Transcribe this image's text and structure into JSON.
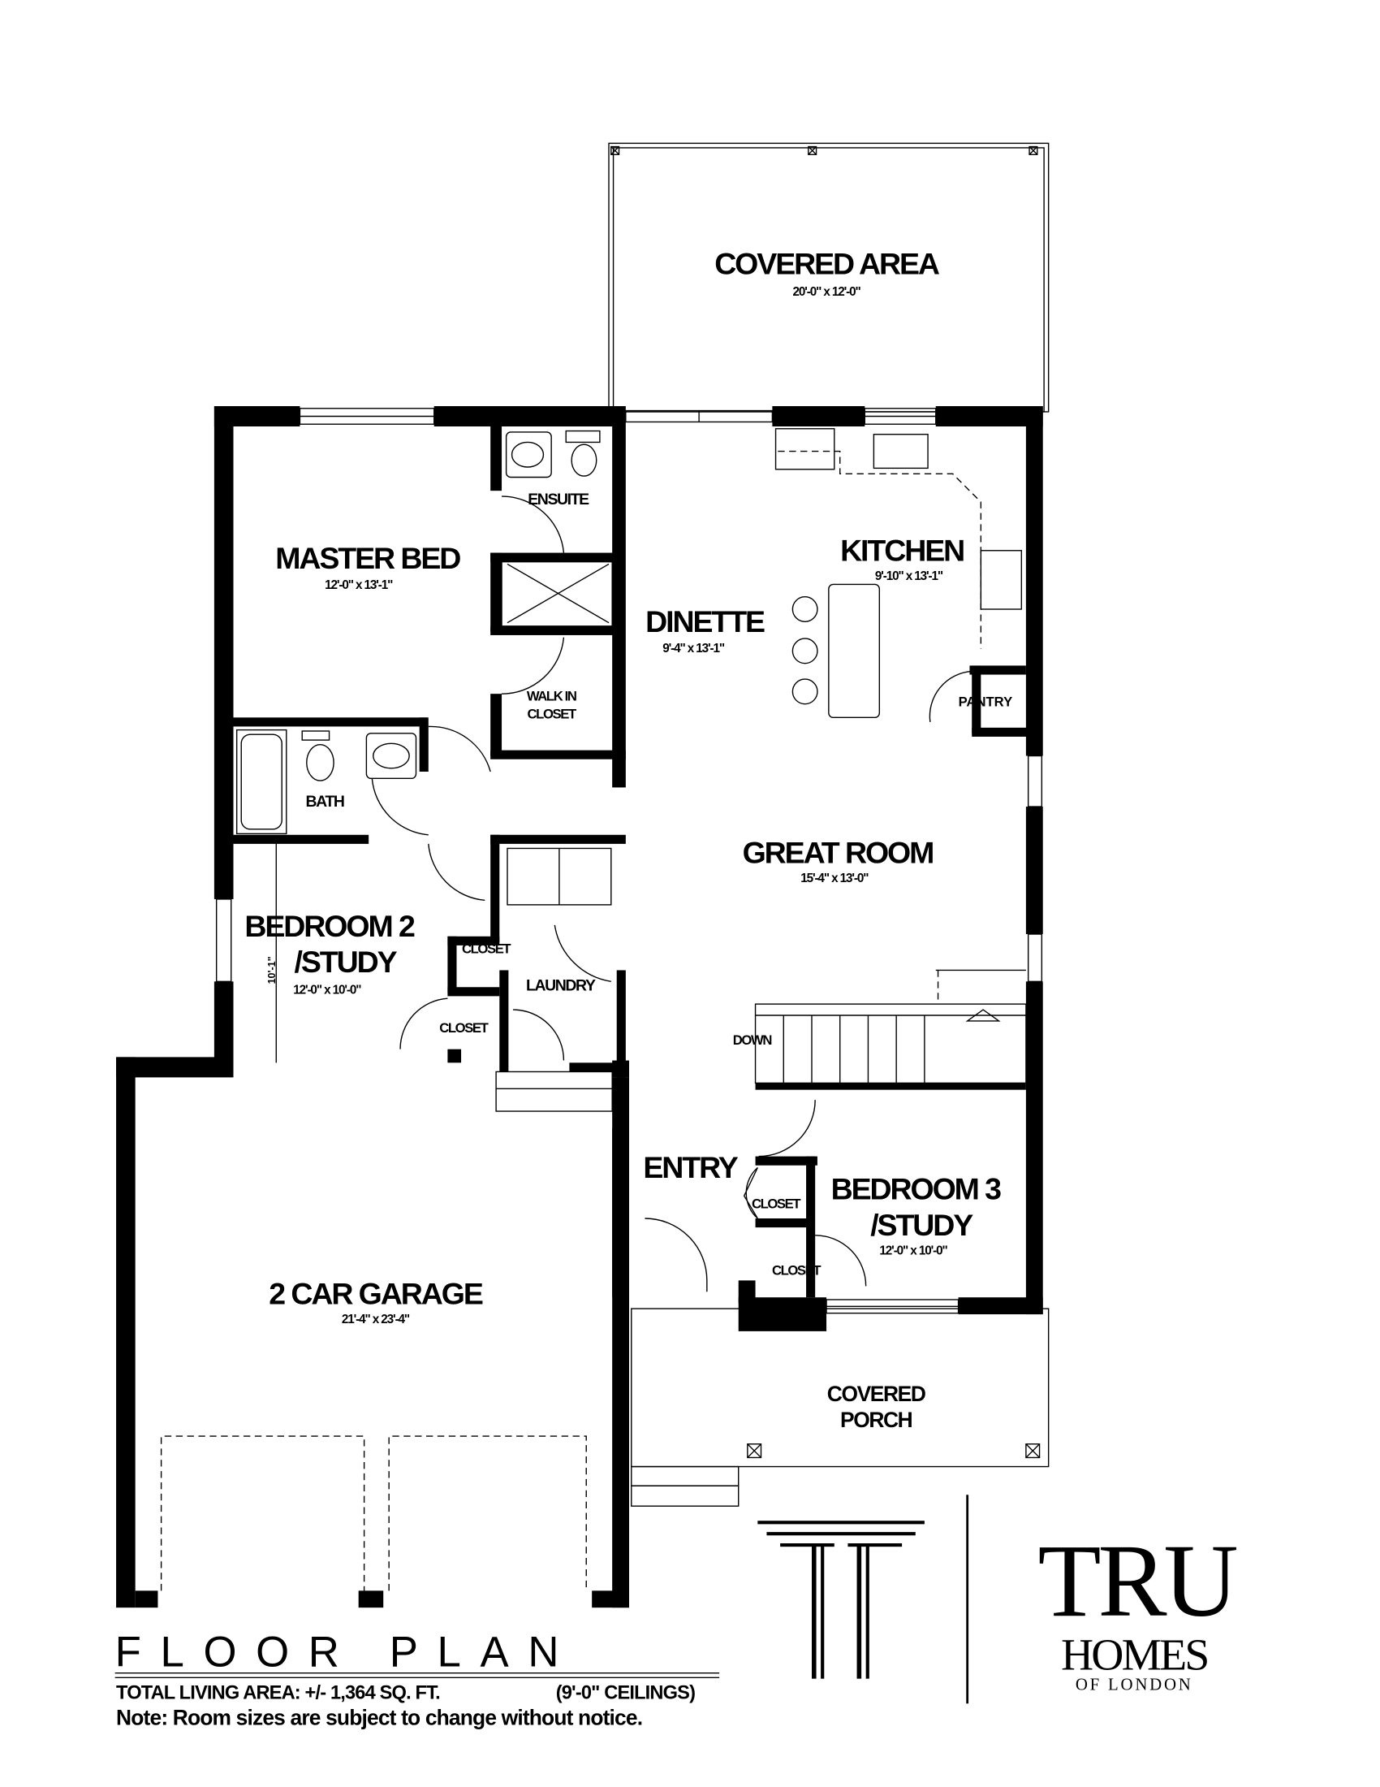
{
  "title": "FLOOR PLAN",
  "rooms": {
    "covered_area": {
      "name": "COVERED AREA",
      "size": "20'-0\" x 12'-0\""
    },
    "master_bed": {
      "name": "MASTER BED",
      "size": "12'-0\" x 13'-1\""
    },
    "ensuite": {
      "name": "ENSUITE"
    },
    "walk_in_closet": {
      "name_line1": "WALK IN",
      "name_line2": "CLOSET"
    },
    "dinette": {
      "name": "DINETTE",
      "size": "9'-4\" x 13'-1\""
    },
    "kitchen": {
      "name": "KITCHEN",
      "size": "9'-10\" x 13'-1\""
    },
    "pantry": {
      "name": "PANTRY"
    },
    "bath": {
      "name": "BATH"
    },
    "great_room": {
      "name": "GREAT ROOM",
      "size": "15'-4\" x 13'-0\""
    },
    "bedroom2": {
      "name_line1": "BEDROOM 2",
      "name_line2": "/STUDY",
      "size": "12'-0\" x 10'-0\"",
      "ceiling_note": "10'-1\""
    },
    "closet_b2_upper": {
      "name": "CLOSET"
    },
    "closet_b2_lower": {
      "name": "CLOSET"
    },
    "laundry": {
      "name": "LAUNDRY"
    },
    "stairs": {
      "name": "DOWN"
    },
    "entry": {
      "name": "ENTRY"
    },
    "closet_entry": {
      "name": "CLOSET"
    },
    "closet_b3": {
      "name": "CLOSET"
    },
    "bedroom3": {
      "name_line1": "BEDROOM 3",
      "name_line2": "/STUDY",
      "size": "12'-0\" x 10'-0\""
    },
    "garage": {
      "name": "2 CAR GARAGE",
      "size": "21'-4\" x 23'-4\""
    },
    "covered_porch": {
      "name_line1": "COVERED",
      "name_line2": "PORCH"
    }
  },
  "footer": {
    "living_area": "TOTAL LIVING AREA:  +/- 1,364 SQ. FT.",
    "ceilings": "(9'-0\" CEILINGS)",
    "note": "Note: Room sizes are subject to change without notice."
  },
  "logo": {
    "line1": "TRU",
    "line2": "HOMES",
    "line3": "OF LONDON"
  }
}
